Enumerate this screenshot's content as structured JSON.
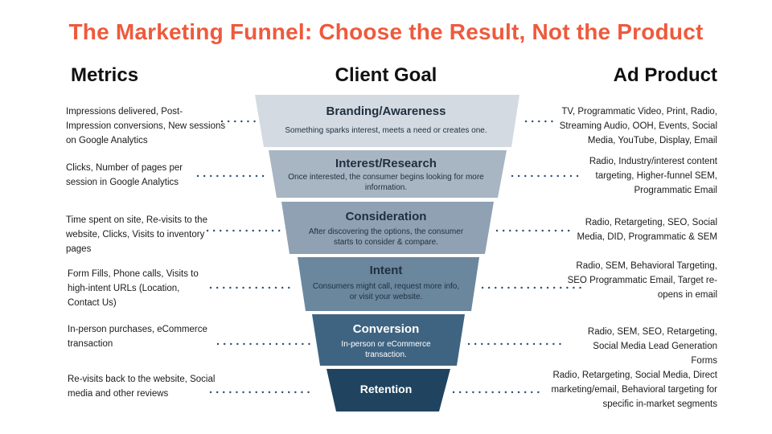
{
  "title": "The Marketing Funnel: Choose the Result, Not the Product",
  "headers": {
    "metrics": "Metrics",
    "goal": "Client Goal",
    "product": "Ad Product"
  },
  "colors": {
    "title": "#ee5a3c",
    "dots": "#2d4f78",
    "stages": [
      "#d3dae1",
      "#a8b5c2",
      "#8fa1b3",
      "#6b879d",
      "#3f6482",
      "#20445f"
    ]
  },
  "stages": [
    {
      "title": "Branding/Awareness",
      "desc": "Something sparks interest, meets a need or creates one.",
      "metric": "Impressions delivered, Post-Impression conversions, New sessions on Google Analytics",
      "product": "TV, Programmatic Video, Print, Radio, Streaming Audio, OOH, Events, Social Media, YouTube, Display, Email"
    },
    {
      "title": "Interest/Research",
      "desc": "Once interested, the consumer begins looking for more information.",
      "metric": "Clicks, Number of pages per session in Google Analytics",
      "product": "Radio, Industry/interest content targeting, Higher-funnel SEM, Programmatic Email"
    },
    {
      "title": "Consideration",
      "desc": "After discovering the options, the consumer starts to consider & compare.",
      "metric": "Time spent on site, Re-visits to the website, Clicks, Visits to inventory pages",
      "product": "Radio, Retargeting, SEO, Social Media, DID, Programmatic & SEM"
    },
    {
      "title": "Intent",
      "desc": "Consumers might call, request more info, or visit your website.",
      "metric": "Form Fills, Phone calls, Visits to high-intent URLs (Location, Contact Us)",
      "product": "Radio, SEM, Behavioral Targeting, SEO Programmatic Email, Target re-opens in email"
    },
    {
      "title": "Conversion",
      "desc": "In-person or eCommerce transaction.",
      "metric": "In-person purchases, eCommerce transaction",
      "product": "Radio, SEM, SEO, Retargeting, Social Media Lead Generation Forms"
    },
    {
      "title": "Retention",
      "desc": "",
      "metric": "Re-visits back to the website, Social media and other reviews",
      "product": "Radio, Retargeting, Social Media, Direct marketing/email, Behavioral targeting for specific in-market segments"
    }
  ]
}
